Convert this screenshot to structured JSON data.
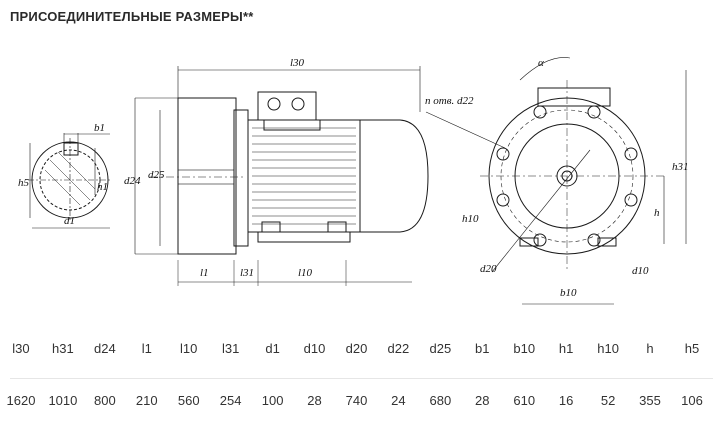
{
  "page": {
    "title": "ПРИСОЕДИНИТЕЛЬНЫЕ РАЗМЕРЫ**"
  },
  "drawing": {
    "labels": {
      "l30": "l30",
      "alpha": "α",
      "n_holes": "n отв. d22",
      "b1": "b1",
      "h5": "h5",
      "h1": "h1",
      "d1": "d1",
      "d24": "d24",
      "d25": "d25",
      "l1": "l1",
      "l31": "l31",
      "l10": "l10",
      "h31": "h31",
      "h": "h",
      "h10": "h10",
      "d20": "d20",
      "b10": "b10",
      "d10": "d10"
    },
    "line_color": "#1a1a1a"
  },
  "table": {
    "headers": [
      "l30",
      "h31",
      "d24",
      "l1",
      "l10",
      "l31",
      "d1",
      "d10",
      "d20",
      "d22",
      "d25",
      "b1",
      "b10",
      "h1",
      "h10",
      "h",
      "h5"
    ],
    "values": [
      "1620",
      "1010",
      "800",
      "210",
      "560",
      "254",
      "100",
      "28",
      "740",
      "24",
      "680",
      "28",
      "610",
      "16",
      "52",
      "355",
      "106"
    ]
  }
}
